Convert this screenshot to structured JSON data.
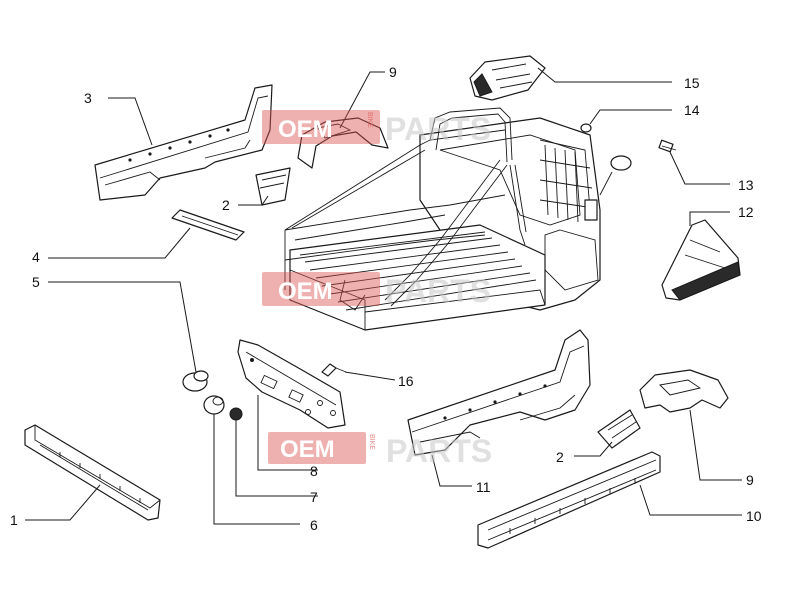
{
  "callouts": [
    {
      "id": "1",
      "label": "1"
    },
    {
      "id": "2a",
      "label": "2"
    },
    {
      "id": "2b",
      "label": "2"
    },
    {
      "id": "3",
      "label": "3"
    },
    {
      "id": "4",
      "label": "4"
    },
    {
      "id": "5",
      "label": "5"
    },
    {
      "id": "6",
      "label": "6"
    },
    {
      "id": "7",
      "label": "7"
    },
    {
      "id": "8",
      "label": "8"
    },
    {
      "id": "9a",
      "label": "9"
    },
    {
      "id": "9b",
      "label": "9"
    },
    {
      "id": "10",
      "label": "10"
    },
    {
      "id": "11",
      "label": "11"
    },
    {
      "id": "12",
      "label": "12"
    },
    {
      "id": "13",
      "label": "13"
    },
    {
      "id": "14",
      "label": "14"
    },
    {
      "id": "15",
      "label": "15"
    },
    {
      "id": "16",
      "label": "16"
    }
  ],
  "watermark": {
    "oem": "OEM",
    "bike": "BIKE",
    "parts": "PARTS",
    "color": "#d9534f"
  }
}
